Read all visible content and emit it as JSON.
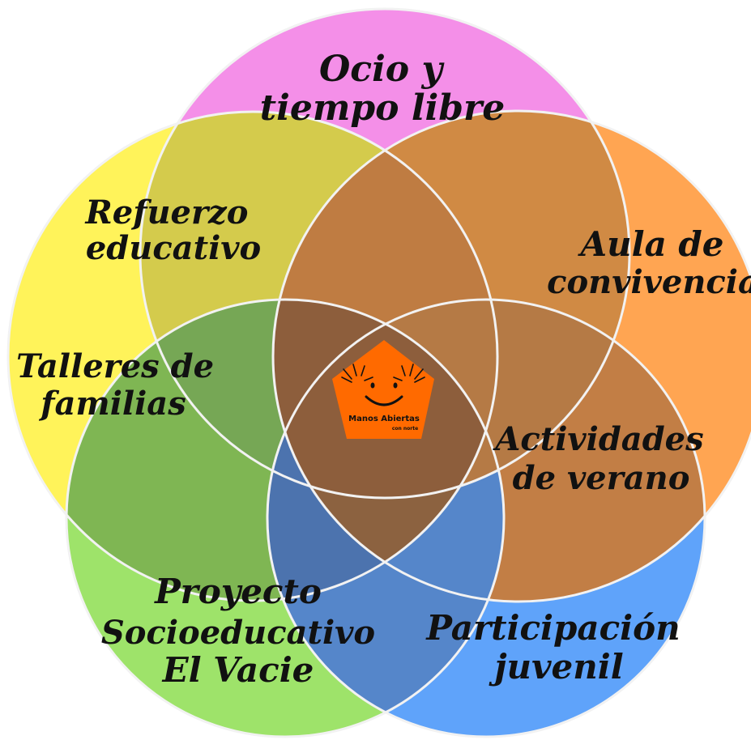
{
  "colors": {
    "pink": "#F48FE8",
    "orange": "#FFA552",
    "yellow": "#FFF35A",
    "green": "#9EE36A",
    "blue": "#5FA3FA",
    "logo_orange": "#FF6A00",
    "outline": "#f2f2f2"
  },
  "labels": {
    "ocio_line1": "Ocio y",
    "ocio_line2": "tiempo libre",
    "refuerzo_line1": "Refuerzo",
    "refuerzo_line2": "educativo",
    "aula_line1": "Aula de",
    "aula_line2": "convivencia",
    "talleres_line1": "Talleres de",
    "talleres_line2": "familias",
    "actividades_line1": "Actividades",
    "actividades_line2": "de verano",
    "proyecto_line1": "Proyecto",
    "proyecto_line2": "Socioeducativo",
    "proyecto_line3": "El Vacie",
    "participacion_line1": "Participación",
    "participacion_line2": "juvenil"
  },
  "logo": {
    "name": "Manos Abiertas",
    "tagline": "con norte"
  }
}
